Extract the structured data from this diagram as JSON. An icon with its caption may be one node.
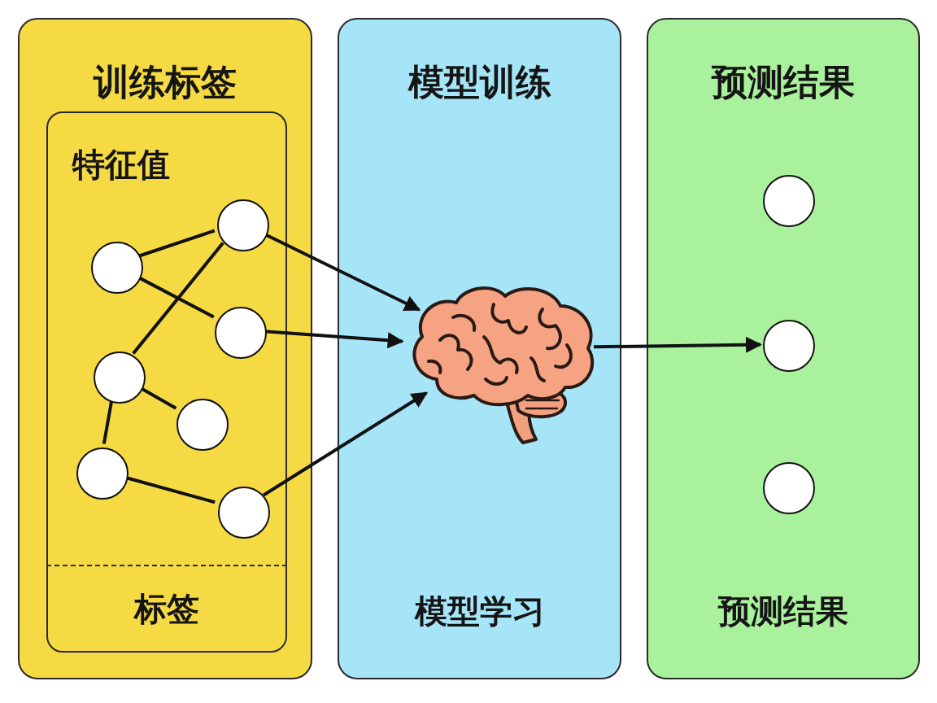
{
  "diagram": {
    "nodes": [
      {
        "text": [
          "训练标签"
        ]
      },
      {
        "text": [
          "特征值",
          "标签"
        ],
        "in": 0
      },
      {
        "text": [],
        "shape": "circle",
        "in": 1
      },
      {
        "text": [],
        "shape": "circle",
        "in": 1
      },
      {
        "text": [],
        "shape": "circle",
        "in": 1
      },
      {
        "text": [],
        "shape": "circle",
        "in": 1
      },
      {
        "text": [],
        "shape": "circle",
        "in": 1
      },
      {
        "text": [],
        "shape": "circle",
        "in": 1
      },
      {
        "text": [],
        "shape": "circle",
        "in": 1
      },
      {
        "text": [
          "模型训练",
          "模型学习"
        ]
      },
      {
        "text": [],
        "shape": "picture",
        "in": 9
      },
      {
        "text": [
          "预测结果",
          "预测结果"
        ]
      },
      {
        "text": [],
        "shape": "circle",
        "in": 11
      },
      {
        "text": [],
        "shape": "circle",
        "in": 11
      },
      {
        "text": [],
        "shape": "circle",
        "in": 11
      }
    ],
    "edges": [
      {
        "from": 3,
        "to": 2,
        "arrow": "none"
      },
      {
        "from": 3,
        "to": 4,
        "arrow": "none"
      },
      {
        "from": 2,
        "to": 5,
        "arrow": "none"
      },
      {
        "from": 5,
        "to": 6,
        "arrow": "none"
      },
      {
        "from": 5,
        "to": 7,
        "arrow": "none"
      },
      {
        "from": 7,
        "to": 8,
        "arrow": "none"
      },
      {
        "from": 2,
        "to": 10,
        "arrow": "to"
      },
      {
        "from": 4,
        "to": 10,
        "arrow": "to"
      },
      {
        "from": 8,
        "to": 10,
        "arrow": "to"
      },
      {
        "from": 10,
        "to": 13,
        "arrow": "to"
      }
    ]
  }
}
